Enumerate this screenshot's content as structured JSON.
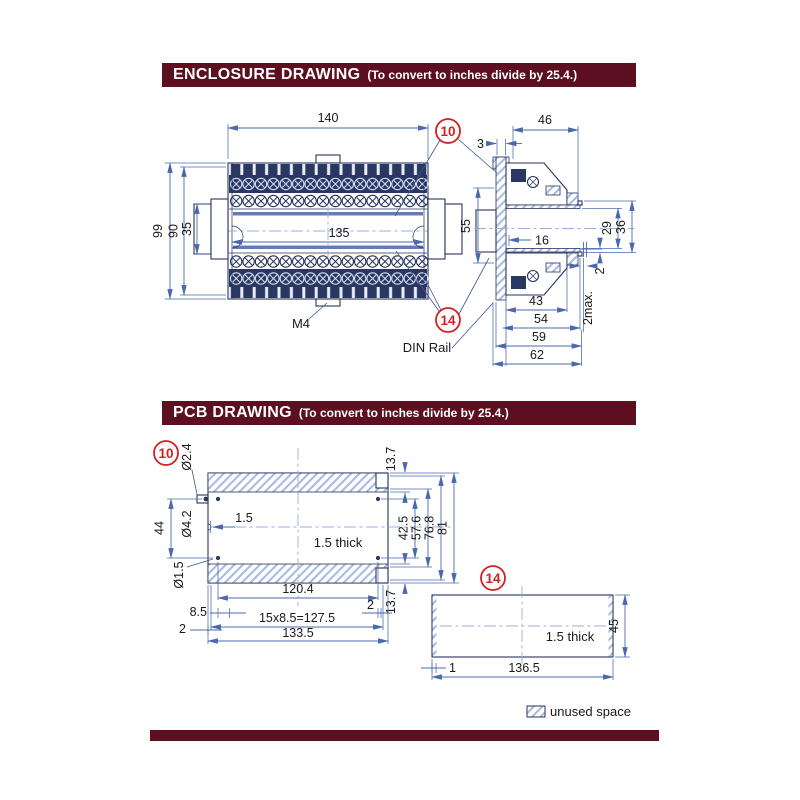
{
  "headers": {
    "enclosure": {
      "title": "ENCLOSURE DRAWING",
      "subtitle": "(To convert to inches divide by 25.4.)"
    },
    "pcb": {
      "title": "PCB DRAWING",
      "subtitle": "(To convert to inches divide by 25.4.)"
    }
  },
  "colors": {
    "maroon": "#5b0f1f",
    "line_navy": "#26335e",
    "dim_blue": "#4a68ac",
    "hatch_blue": "#a8bcdf",
    "callout_red": "#d42020"
  },
  "enclosure": {
    "callouts": {
      "c10": "10",
      "c14": "14"
    },
    "labels": {
      "m4": "M4",
      "din_rail": "DIN Rail"
    },
    "front": {
      "w": "140",
      "h": "99",
      "h_inner": "90",
      "din": "35",
      "w_inner": "135"
    },
    "side": {
      "depth": "46",
      "plate": "3",
      "face": "55",
      "slot": "16",
      "bore": "29",
      "boss": "36",
      "wall": "2",
      "protrusion": "2max.",
      "d43": "43",
      "d54": "54",
      "d59": "59",
      "d62": "62"
    }
  },
  "pcb": {
    "board10": {
      "callout": "10",
      "note": "1.5 thick",
      "hole_top": "Ø2.4",
      "hole_mid": "Ø4.2",
      "hole_small": "Ø1.5",
      "margin": "1.5",
      "band_top": "13.7",
      "band_bottom": "13.7",
      "v1": "42.5",
      "v2": "57.6",
      "v3": "76.8",
      "v4": "81",
      "w1": "120.4",
      "pitch_start": "8.5",
      "edge_r": "2",
      "edge_l": "2",
      "pitch": "15x8.5=127.5",
      "w2": "133.5"
    },
    "board14": {
      "callout": "14",
      "note": "1.5 thick",
      "h": "45",
      "margin": "1",
      "w": "136.5"
    },
    "legend": "unused space"
  }
}
